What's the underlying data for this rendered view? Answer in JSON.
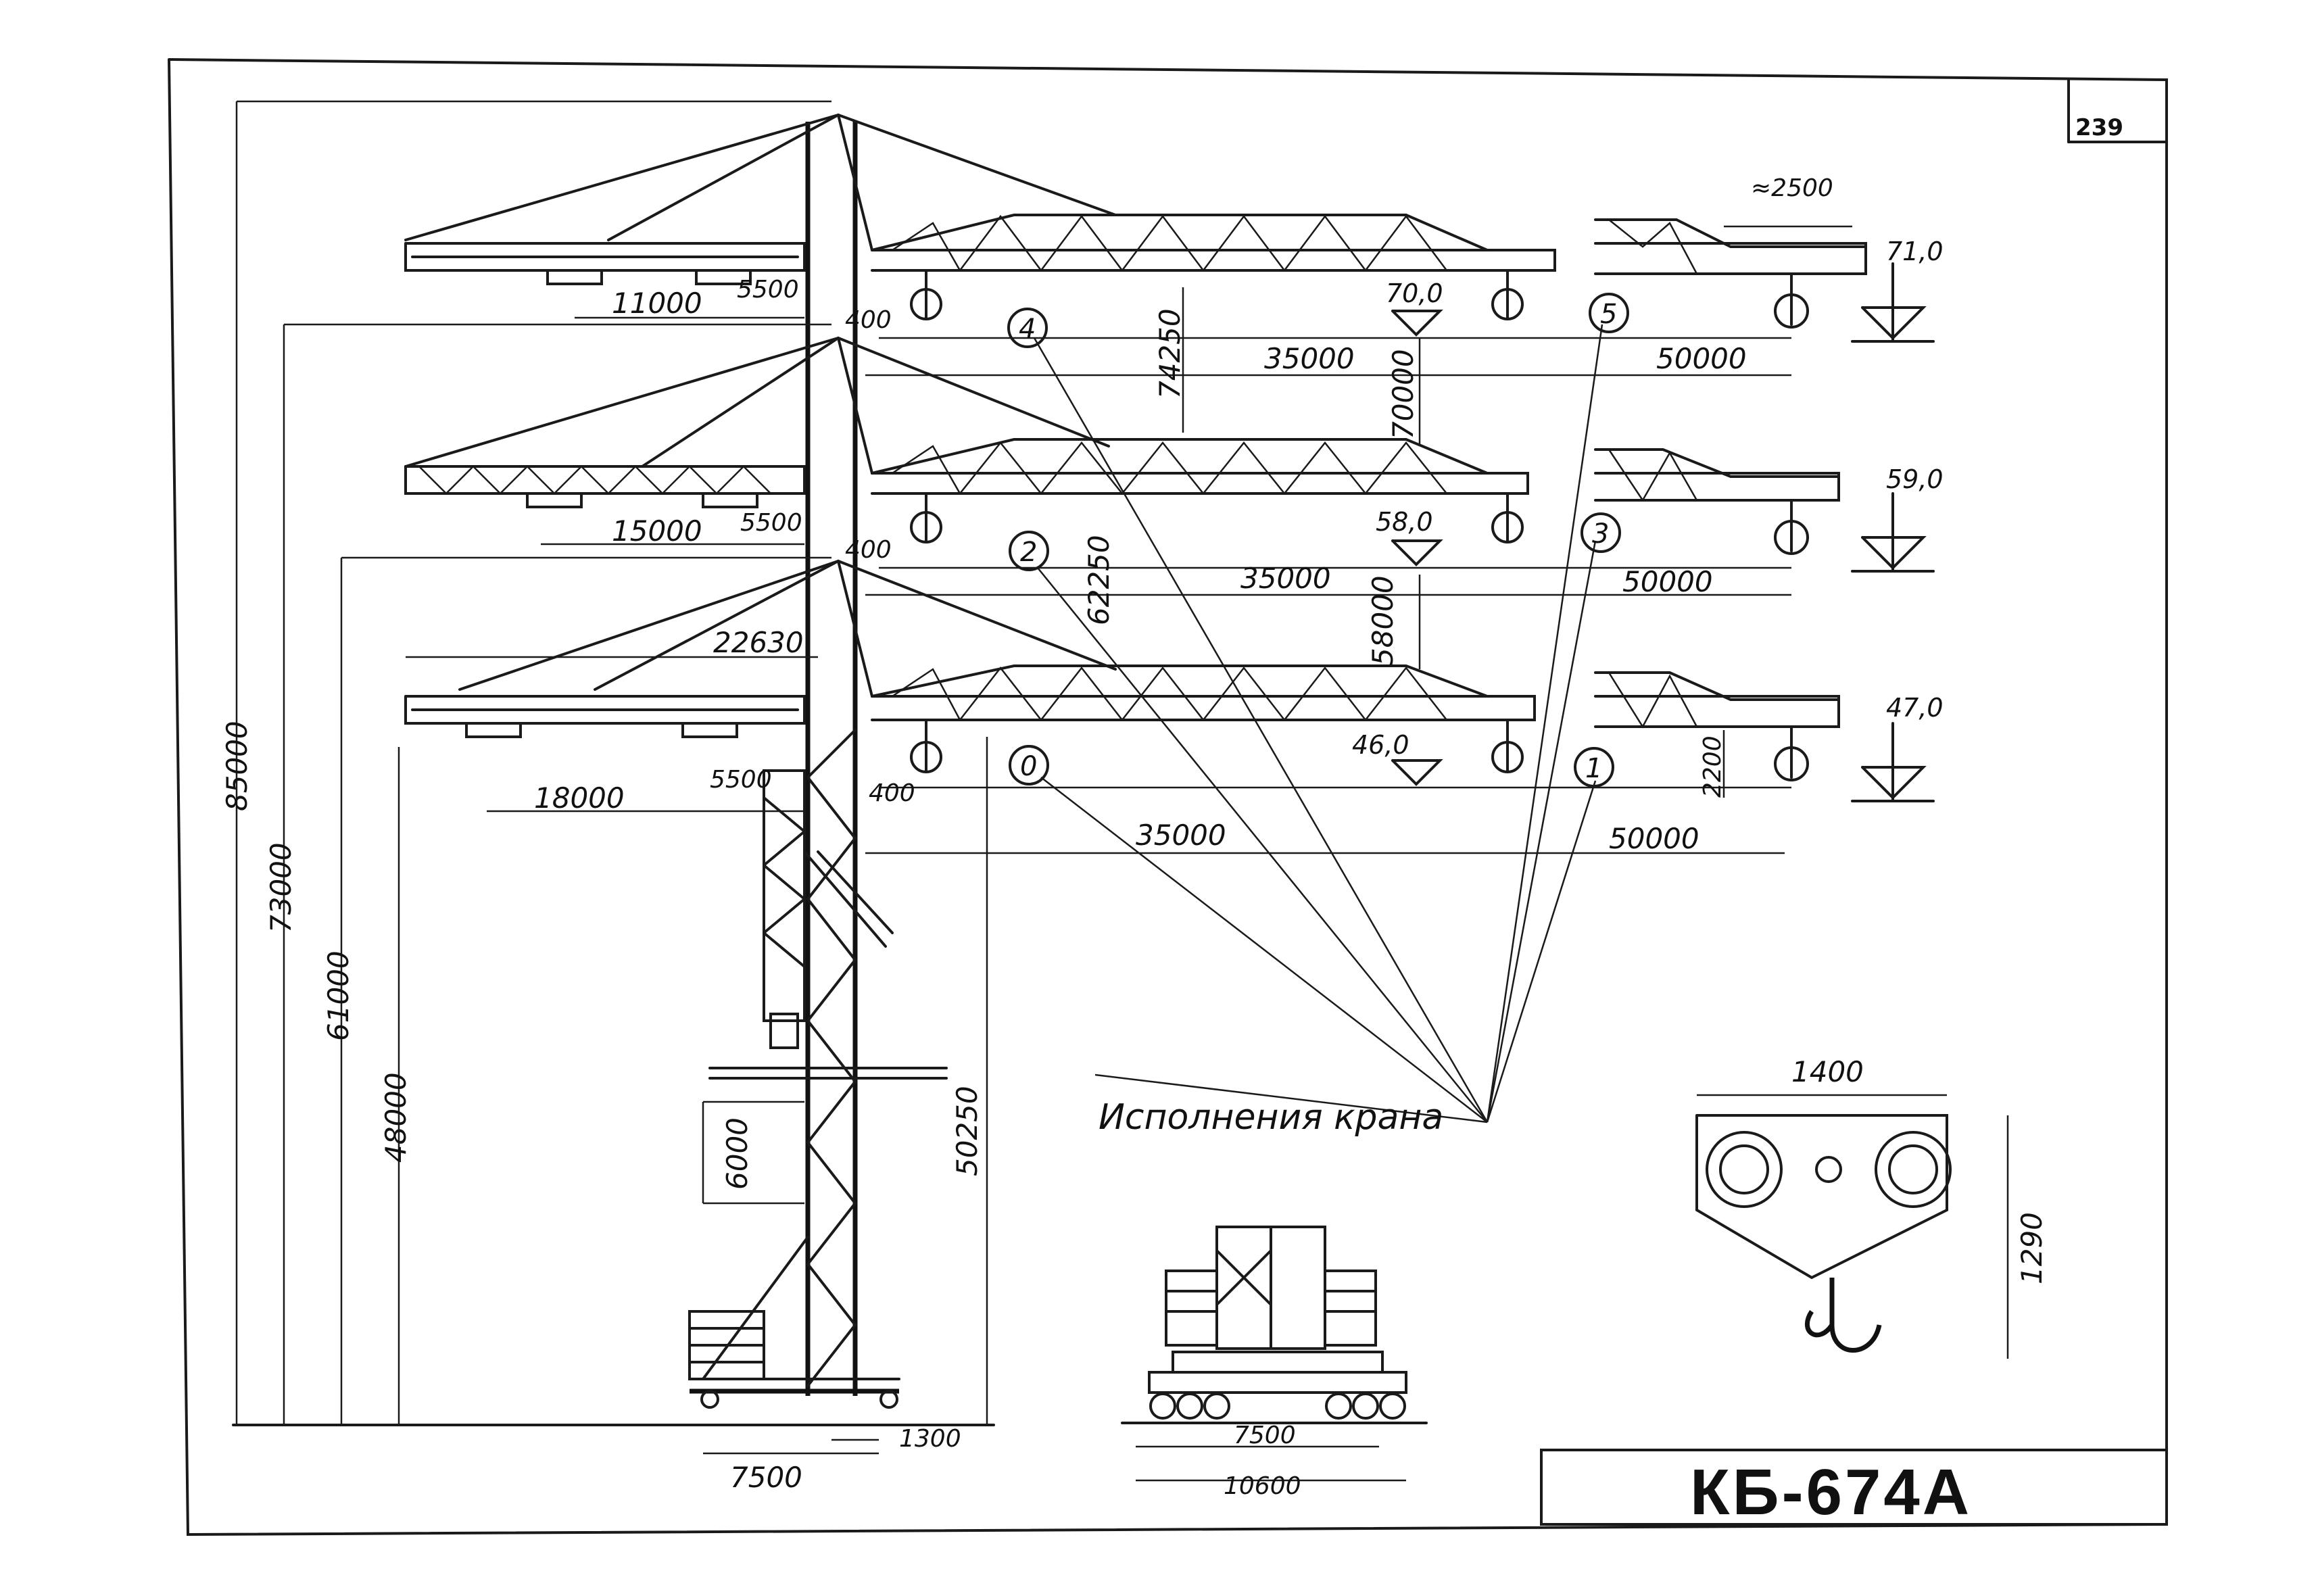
{
  "page_number": "239",
  "title": "КБ-674А",
  "caption": "Исполнения крана",
  "variant_labels": [
    "0",
    "1",
    "2",
    "3",
    "4",
    "5"
  ],
  "levels": [
    "71,0",
    "59,0",
    "47,0",
    "70,0",
    "58,0",
    "46,0"
  ],
  "dimensions": {
    "total_height": "85000",
    "h_73000": "73000",
    "h_61000": "61000",
    "h_48000": "48000",
    "h_50250": "50250",
    "h_62250": "62250",
    "h_74250": "74250",
    "h_70000": "70000",
    "h_58000": "58000",
    "counter_11000": "11000",
    "counter_15000": "15000",
    "counter_18000": "18000",
    "counter_22630": "22630",
    "d_5500_a": "5500",
    "d_5500_b": "5500",
    "d_5500_c": "5500",
    "d_400_a": "400",
    "d_400_b": "400",
    "d_400_c": "400",
    "jib_35000_a": "35000",
    "jib_35000_b": "35000",
    "jib_35000_c": "35000",
    "jib_50000_a": "50000",
    "jib_50000_b": "50000",
    "jib_50000_c": "50000",
    "approx_2500": "≈2500",
    "d_2200": "2200",
    "section_6000": "6000",
    "base_7500": "7500",
    "base_1300": "1300",
    "track_7500": "7500",
    "track_10600": "10600",
    "hook_1400": "1400",
    "hook_1290": "1290"
  }
}
